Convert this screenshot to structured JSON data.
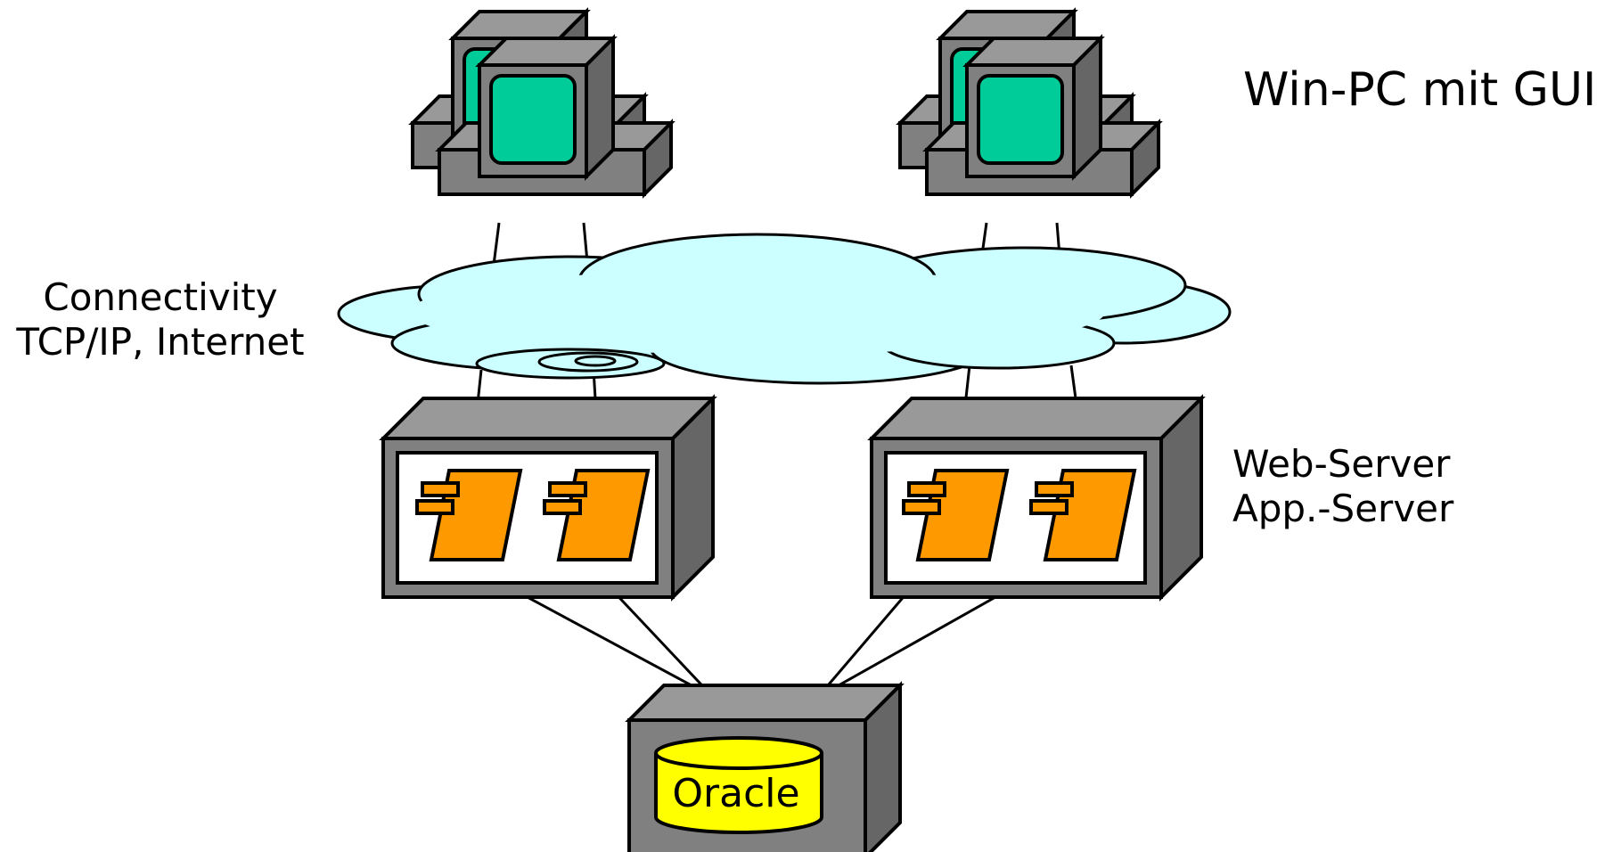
{
  "labels": {
    "clients": "Win-PC mit GUI",
    "network_line1": "Connectivity",
    "network_line2": "TCP/IP, Internet",
    "servers_line1": "Web-Server",
    "servers_line2": "App.-Server",
    "database": "Oracle"
  },
  "colors": {
    "screen": "#00CC99",
    "cloud": "#CCFFFF",
    "component": "#FF9900",
    "database": "#FFFF00",
    "box_front": "#808080",
    "box_top": "#999999",
    "box_side": "#666666"
  },
  "icons": {
    "clients": "desktop-computer-icon",
    "network": "cloud-icon",
    "servers": "server-node-icon",
    "components": "uml-component-icon",
    "database": "database-cylinder-icon"
  }
}
